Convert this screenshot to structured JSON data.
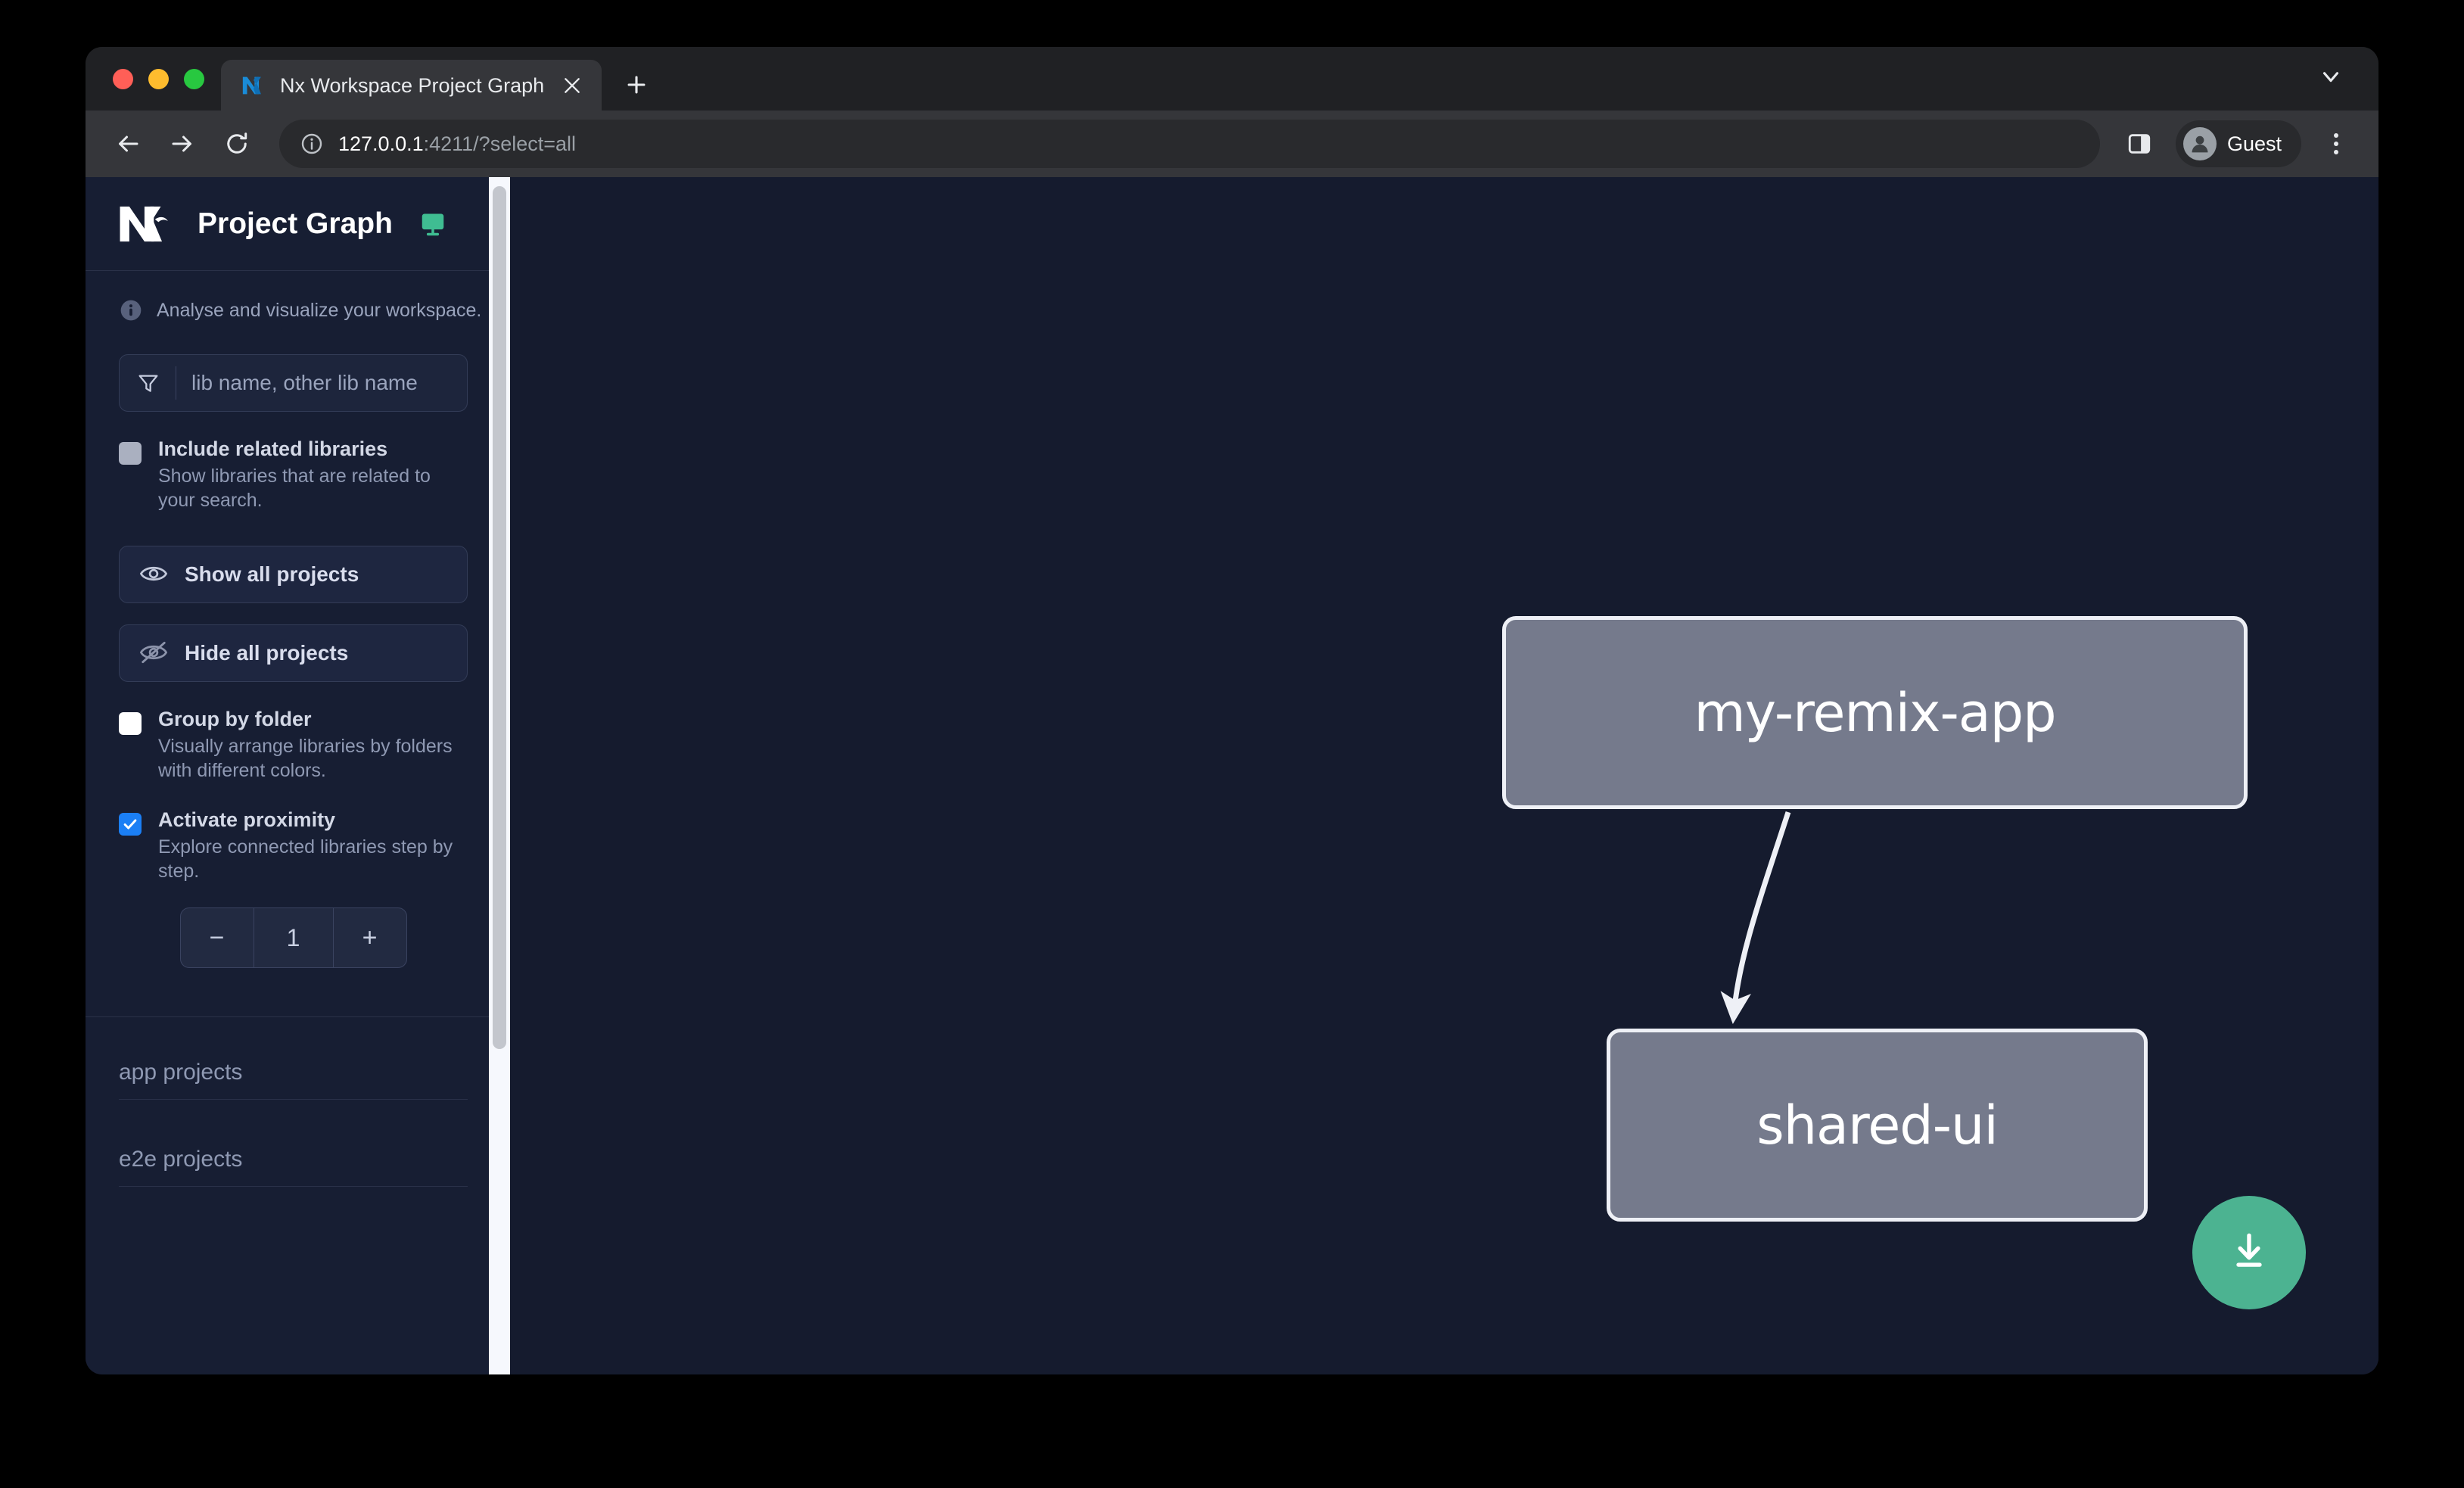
{
  "browser": {
    "tab": {
      "title": "Nx Workspace Project Graph",
      "favicon": "nx-logo-icon",
      "close_icon": "close-icon"
    },
    "new_tab_icon": "plus-icon",
    "tabstrip_chevron_icon": "chevron-down-icon",
    "traffic_lights": [
      "close-red",
      "minimize-yellow",
      "maximize-green"
    ],
    "toolbar": {
      "back_icon": "back-arrow-icon",
      "forward_icon": "forward-arrow-icon",
      "reload_icon": "reload-icon",
      "site_info_icon": "info-circle-icon",
      "url_host": "127.0.0.1",
      "url_rest": ":4211/?select=all",
      "side_panel_icon": "side-panel-icon",
      "profile_name": "Guest",
      "profile_avatar_icon": "person-avatar-icon",
      "menu_icon": "three-dots-menu-icon"
    }
  },
  "sidebar": {
    "logo_icon": "nx-logo-icon",
    "title": "Project Graph",
    "monitor_icon": "monitor-icon",
    "monitor_color": "#3fbd92",
    "info_icon": "info-circle-filled-icon",
    "subtitle": "Analyse and visualize your workspace.",
    "filter": {
      "icon": "funnel-filter-icon",
      "placeholder": "lib name, other lib name",
      "value": ""
    },
    "options": [
      {
        "key": "include_related",
        "label": "Include related libraries",
        "description": "Show libraries that are related to your search.",
        "state": "disabled"
      },
      {
        "key": "group_by_folder",
        "label": "Group by folder",
        "description": "Visually arrange libraries by folders with different colors.",
        "state": "unchecked"
      },
      {
        "key": "activate_proximity",
        "label": "Activate proximity",
        "description": "Explore connected libraries step by step.",
        "state": "checked"
      }
    ],
    "buttons": [
      {
        "key": "show_all",
        "label": "Show all projects",
        "icon": "eye-icon"
      },
      {
        "key": "hide_all",
        "label": "Hide all projects",
        "icon": "eye-off-icon"
      }
    ],
    "stepper": {
      "decrement_label": "−",
      "value": "1",
      "increment_label": "+"
    },
    "sections": [
      {
        "key": "app_projects",
        "label": "app projects"
      },
      {
        "key": "e2e_projects",
        "label": "e2e projects"
      }
    ],
    "scrollbar": {
      "present": true
    }
  },
  "graph": {
    "background_color": "#151b2e",
    "node_fill": "#757a8c",
    "node_border": "#eef0f6",
    "edge_color": "#eef0f6",
    "nodes": [
      {
        "id": "my-remix-app",
        "label": "my-remix-app",
        "type": "app"
      },
      {
        "id": "shared-ui",
        "label": "shared-ui",
        "type": "lib"
      }
    ],
    "edges": [
      {
        "from": "my-remix-app",
        "to": "shared-ui",
        "arrow": true
      }
    ],
    "download_button": {
      "icon": "download-icon",
      "color": "#4cb391"
    }
  }
}
